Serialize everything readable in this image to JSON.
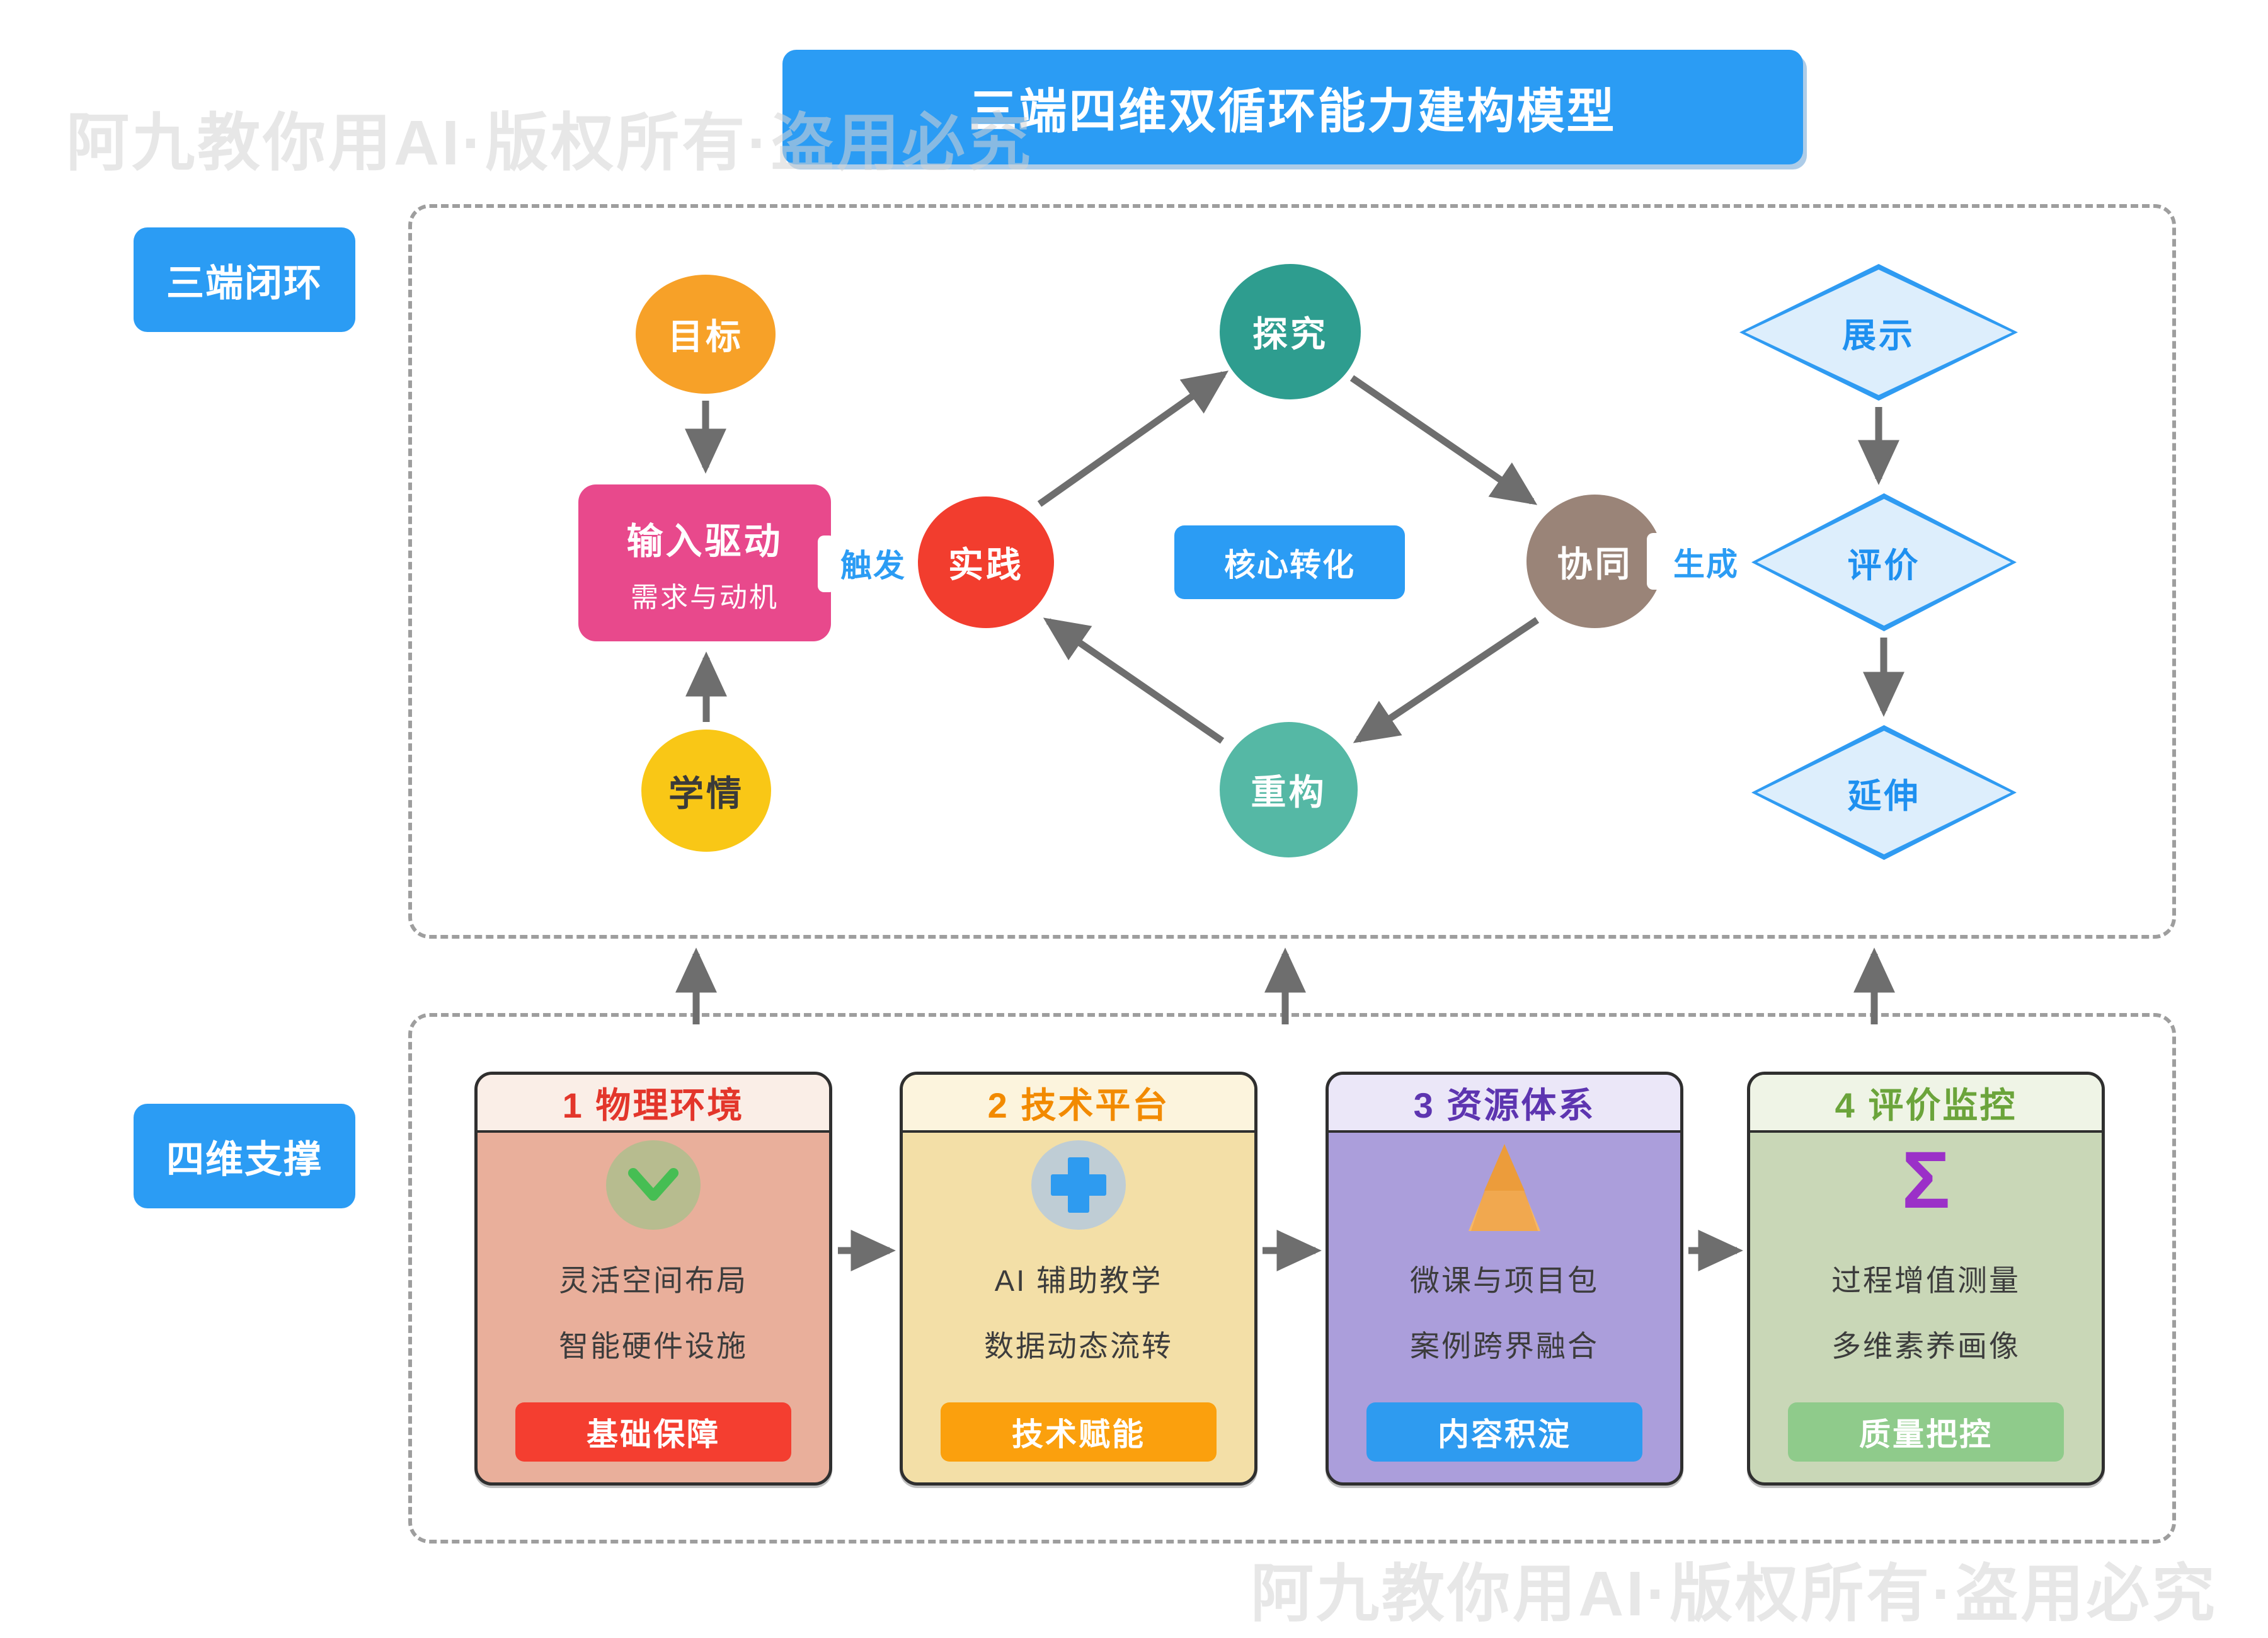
{
  "watermark": "阿九教你用AI·版权所有·盗用必究",
  "title": "三端四维双循环能力建构模型",
  "top_section": {
    "label": "三端闭环",
    "nodes": {
      "goal": "目标",
      "input_title": "输入驱动",
      "input_subtitle": "需求与动机",
      "learning": "学情",
      "practice": "实践",
      "explore": "探究",
      "core": "核心转化",
      "collaborate": "协同",
      "reconstruct": "重构"
    },
    "edge_labels": {
      "trigger": "触发",
      "generate": "生成"
    },
    "diamonds": {
      "show": "展示",
      "evaluate": "评价",
      "extend": "延伸"
    }
  },
  "bottom_section": {
    "label": "四维支撑",
    "cards": [
      {
        "title": "1 物理环境",
        "line1": "灵活空间布局",
        "line2": "智能硬件设施",
        "badge": "基础保障",
        "icon": "check-icon"
      },
      {
        "title": "2 技术平台",
        "line1": "AI 辅助教学",
        "line2": "数据动态流转",
        "badge": "技术赋能",
        "icon": "plus-icon"
      },
      {
        "title": "3 资源体系",
        "line1": "微课与项目包",
        "line2": "案例跨界融合",
        "badge": "内容积淀",
        "icon": "funnel-icon"
      },
      {
        "title": "4 评价监控",
        "line1": "过程增值测量",
        "line2": "多维素养画像",
        "badge": "质量把控",
        "icon": "sigma-icon"
      }
    ]
  },
  "icons": {
    "sigma_glyph": "Σ"
  },
  "colors": {
    "accent-blue": "#2B9CF4",
    "diamond-fill": "#DDEEFC",
    "diamond-border": "#2F9BF2",
    "diamond-text": "#1E90F0",
    "node-orange": "#F7A128",
    "node-yellow": "#F9C716",
    "node-pink": "#E8498C",
    "node-red": "#F23D2E",
    "node-teal-dark": "#2E9D8F",
    "node-teal-light": "#55B8A5",
    "node-brown": "#9A8478",
    "arrow-gray": "#6E6E6E",
    "dash-gray": "#9E9E9E",
    "watermark-gray": "#D4D4D4",
    "card1-header": "#FAEEE7",
    "card1-body": "#E9AF9B",
    "card1-title": "#E3362B",
    "card1-badge": "#F43E30",
    "card2-header": "#FCF4DD",
    "card2-body": "#F3DFA7",
    "card2-title": "#F28A00",
    "card2-badge": "#FBA00D",
    "card3-header": "#EBE7F8",
    "card3-body": "#AB9EDB",
    "card3-title": "#5D35B0",
    "card3-badge": "#2E9BF0",
    "card4-header": "#EFF4E6",
    "card4-body": "#C9D7B7",
    "card4-title": "#6BA43B",
    "card4-badge": "#8FCB8B",
    "icon-olive": "#B7BC8F",
    "icon-green": "#46BE53",
    "icon-circle-gray": "#BFCDD5",
    "icon-plus-blue": "#2E9BF0",
    "icon-funnel-light": "#F5B768",
    "icon-funnel-dark": "#EC9C3B",
    "icon-sigma-purple": "#9B30C8"
  }
}
